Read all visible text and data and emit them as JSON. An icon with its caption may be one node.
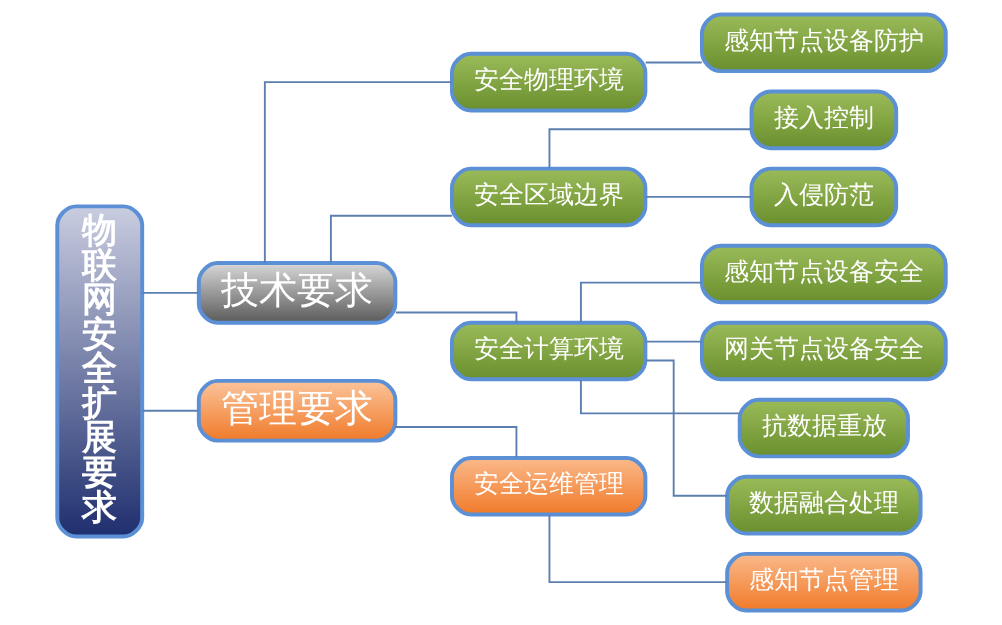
{
  "diagram": {
    "nodes": [
      {
        "text": [
          "物联网安全扩展要求"
        ]
      },
      {
        "text": [
          "技术要求"
        ]
      },
      {
        "text": [
          "管理要求"
        ]
      },
      {
        "text": [
          "安全物理环境"
        ]
      },
      {
        "text": [
          "感知节点设备防护"
        ]
      },
      {
        "text": [
          "安全区域边界"
        ]
      },
      {
        "text": [
          "接入控制"
        ]
      },
      {
        "text": [
          "入侵防范"
        ]
      },
      {
        "text": [
          "安全计算环境"
        ]
      },
      {
        "text": [
          "感知节点设备安全"
        ]
      },
      {
        "text": [
          "网关节点设备安全"
        ]
      },
      {
        "text": [
          "抗数据重放"
        ]
      },
      {
        "text": [
          "数据融合处理"
        ]
      },
      {
        "text": [
          "安全运维管理"
        ]
      },
      {
        "text": [
          "感知节点管理"
        ]
      }
    ],
    "edges": [
      {
        "from": 0,
        "to": 1,
        "arrow": "none"
      },
      {
        "from": 0,
        "to": 2,
        "arrow": "none"
      },
      {
        "from": 1,
        "to": 3,
        "arrow": "none"
      },
      {
        "from": 1,
        "to": 5,
        "arrow": "none"
      },
      {
        "from": 1,
        "to": 8,
        "arrow": "none"
      },
      {
        "from": 3,
        "to": 4,
        "arrow": "none"
      },
      {
        "from": 5,
        "to": 6,
        "arrow": "none"
      },
      {
        "from": 5,
        "to": 7,
        "arrow": "none"
      },
      {
        "from": 8,
        "to": 9,
        "arrow": "none"
      },
      {
        "from": 8,
        "to": 10,
        "arrow": "none"
      },
      {
        "from": 8,
        "to": 11,
        "arrow": "none"
      },
      {
        "from": 8,
        "to": 12,
        "arrow": "none"
      },
      {
        "from": 2,
        "to": 13,
        "arrow": "none"
      },
      {
        "from": 13,
        "to": 14,
        "arrow": "none"
      }
    ]
  }
}
